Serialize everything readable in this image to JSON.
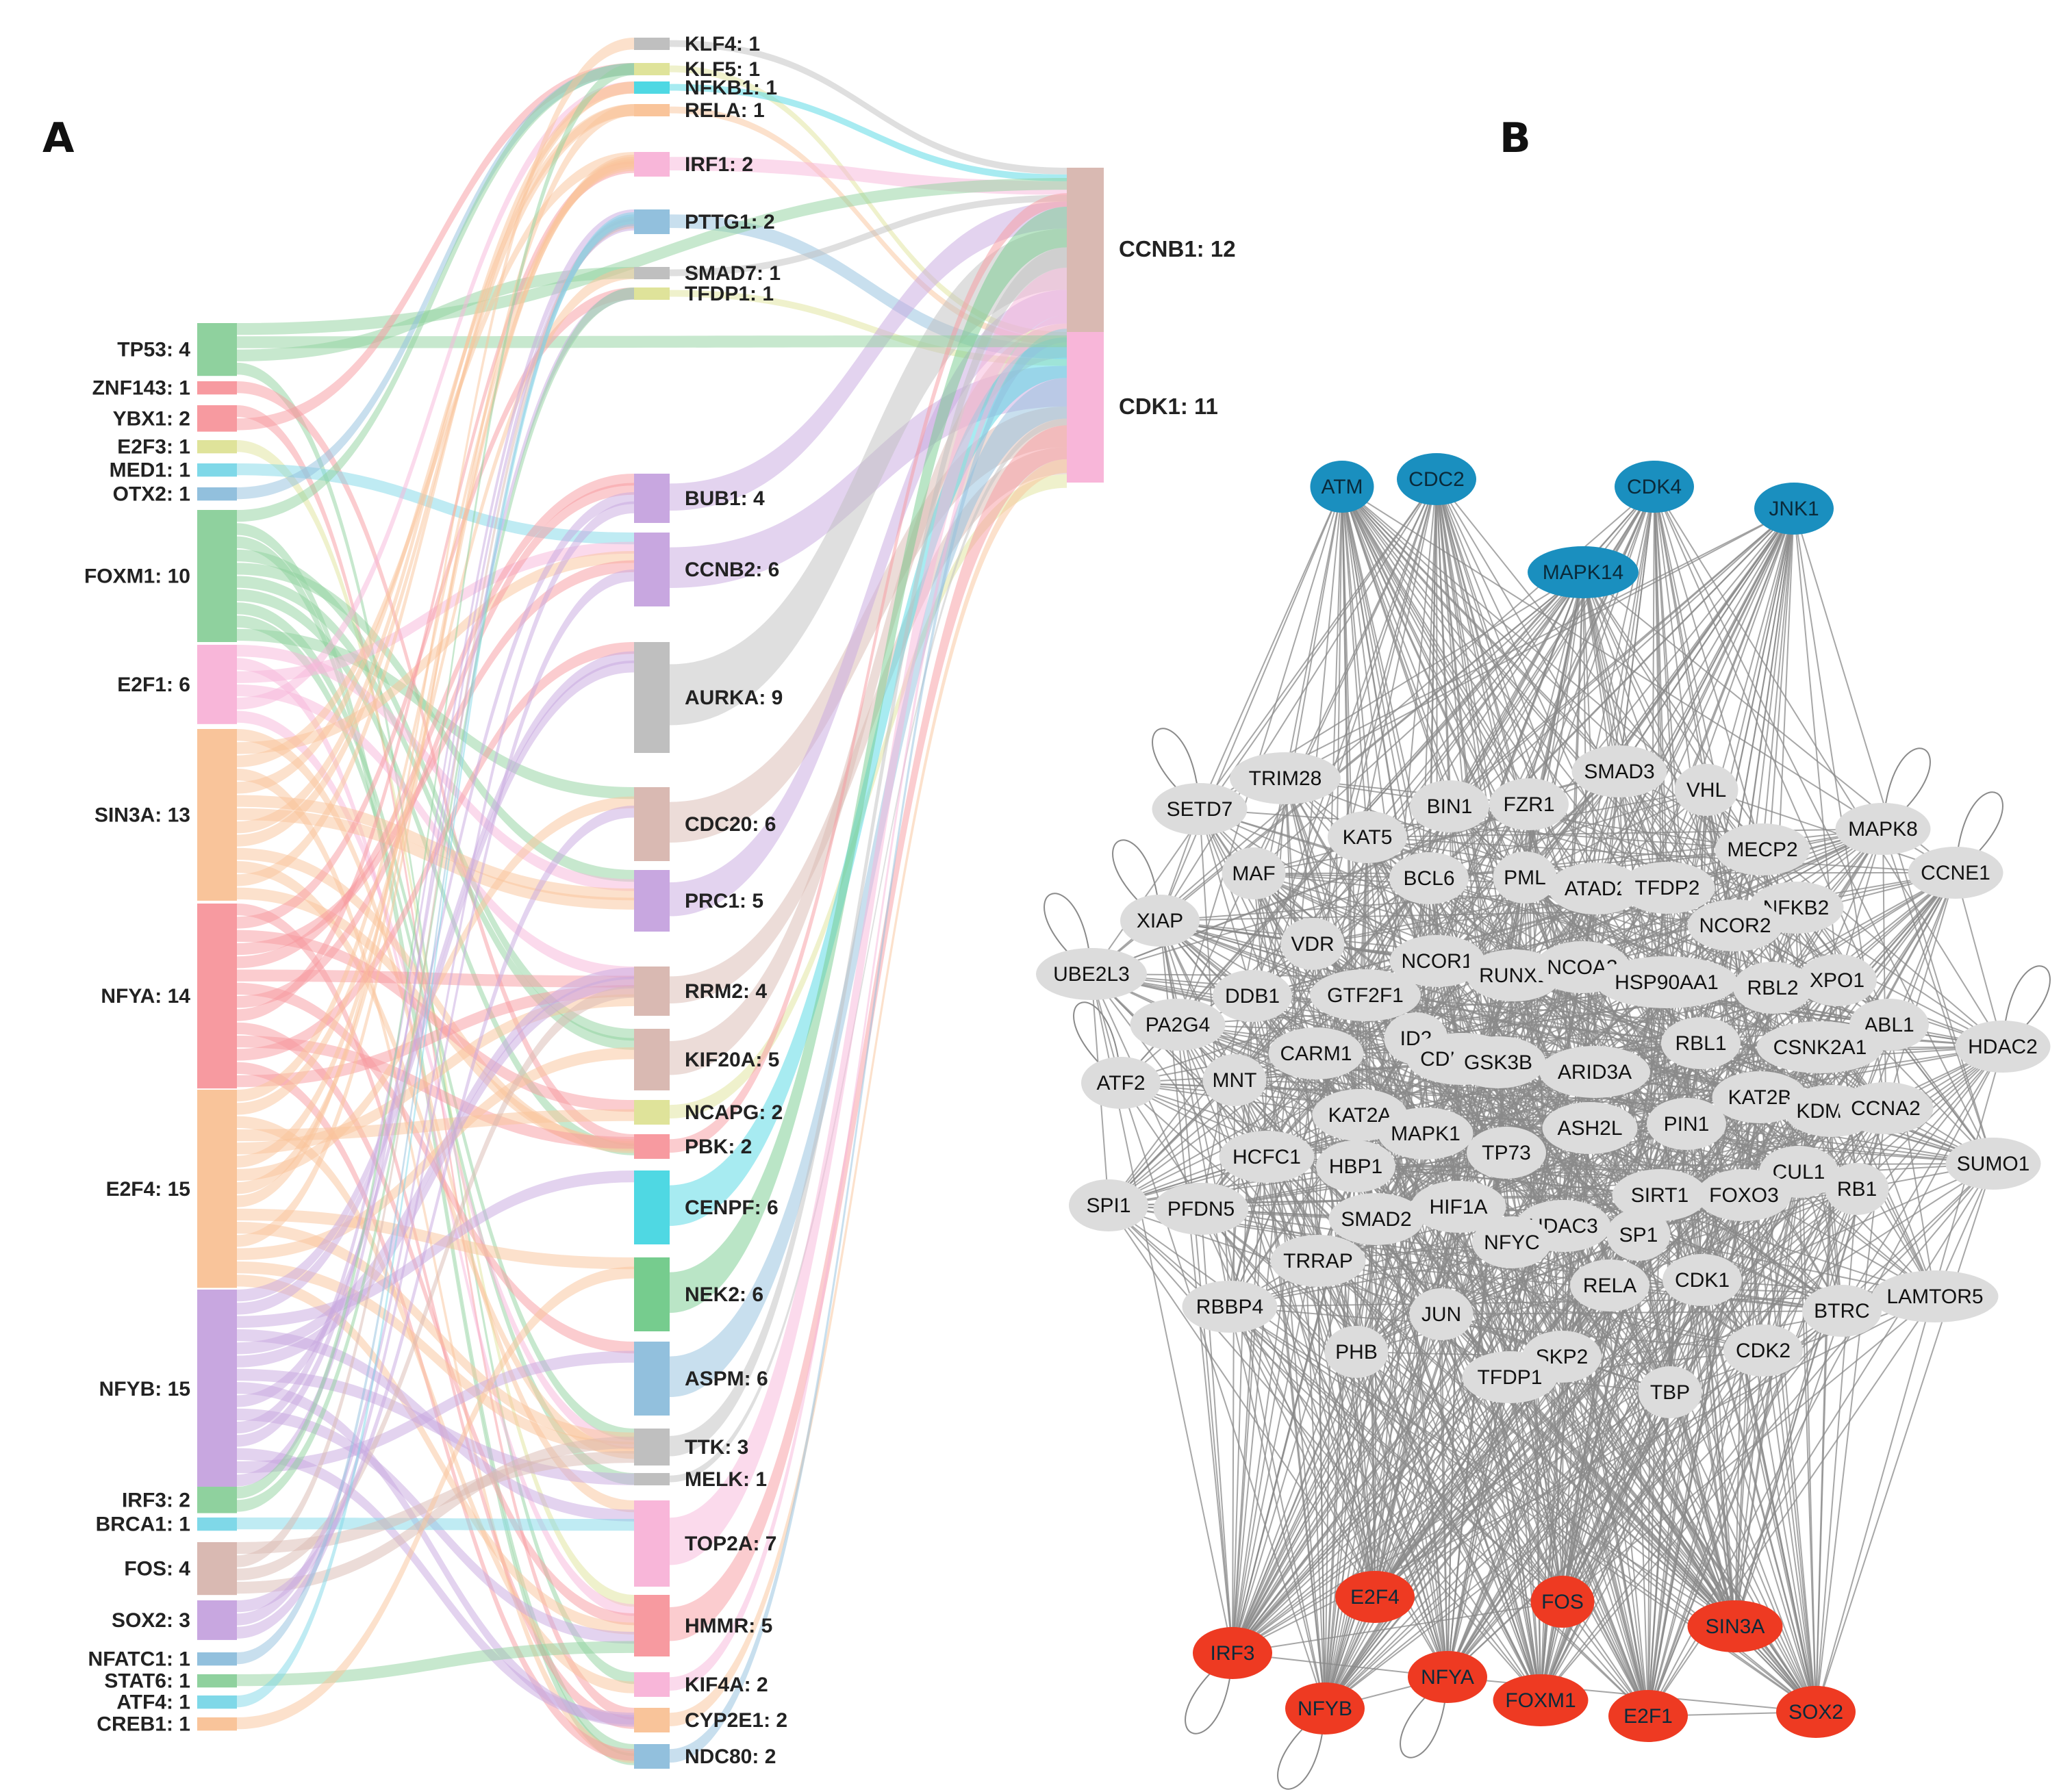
{
  "panels": {
    "a": "A",
    "b": "B"
  },
  "colors": {
    "sankey": [
      "#8fd19e",
      "#f79aa0",
      "#dfe39a",
      "#7fd8e8",
      "#92c0dd",
      "#c8a7e0",
      "#f9c49a",
      "#f8b6d9",
      "#bfbfbf",
      "#d9b9b2",
      "#4fd8e3",
      "#76cc8e"
    ],
    "edge": "#8a8a8a",
    "node_gray": "#dcdcdc",
    "node_blue": "#1a8fbf",
    "node_red": "#ee3a22"
  },
  "sankey": {
    "left": [
      {
        "label": "TP53: 4",
        "color": "#8fd19e"
      },
      {
        "label": "ZNF143: 1",
        "color": "#f79aa0"
      },
      {
        "label": "YBX1: 2",
        "color": "#f79aa0"
      },
      {
        "label": "E2F3: 1",
        "color": "#dfe39a"
      },
      {
        "label": "MED1: 1",
        "color": "#7fd8e8"
      },
      {
        "label": "OTX2: 1",
        "color": "#92c0dd"
      },
      {
        "label": "FOXM1: 10",
        "color": "#8fd19e"
      },
      {
        "label": "E2F1: 6",
        "color": "#f8b6d9"
      },
      {
        "label": "SIN3A: 13",
        "color": "#f9c49a"
      },
      {
        "label": "NFYA: 14",
        "color": "#f79aa0"
      },
      {
        "label": "E2F4: 15",
        "color": "#f9c49a"
      },
      {
        "label": "NFYB: 15",
        "color": "#c8a7e0"
      },
      {
        "label": "IRF3: 2",
        "color": "#8fd19e"
      },
      {
        "label": "BRCA1: 1",
        "color": "#7fd8e8"
      },
      {
        "label": "FOS: 4",
        "color": "#d9b9b2"
      },
      {
        "label": "SOX2: 3",
        "color": "#c8a7e0"
      },
      {
        "label": "NFATC1: 1",
        "color": "#92c0dd"
      },
      {
        "label": "STAT6: 1",
        "color": "#8fd19e"
      },
      {
        "label": "ATF4: 1",
        "color": "#7fd8e8"
      },
      {
        "label": "CREB1: 1",
        "color": "#f9c49a"
      }
    ],
    "middle": [
      {
        "label": "KLF4: 1",
        "color": "#bfbfbf"
      },
      {
        "label": "KLF5: 1",
        "color": "#dfe39a"
      },
      {
        "label": "NFKB1: 1",
        "color": "#4fd8e3"
      },
      {
        "label": "RELA: 1",
        "color": "#f9c49a"
      },
      {
        "label": "IRF1: 2",
        "color": "#f8b6d9"
      },
      {
        "label": "PTTG1: 2",
        "color": "#92c0dd"
      },
      {
        "label": "SMAD7: 1",
        "color": "#bfbfbf"
      },
      {
        "label": "TFDP1: 1",
        "color": "#dfe39a"
      },
      {
        "label": "BUB1: 4",
        "color": "#c8a7e0"
      },
      {
        "label": "CCNB2: 6",
        "color": "#c8a7e0"
      },
      {
        "label": "AURKA: 9",
        "color": "#bfbfbf"
      },
      {
        "label": "CDC20: 6",
        "color": "#d9b9b2"
      },
      {
        "label": "PRC1: 5",
        "color": "#c8a7e0"
      },
      {
        "label": "RRM2: 4",
        "color": "#d9b9b2"
      },
      {
        "label": "KIF20A: 5",
        "color": "#d9b9b2"
      },
      {
        "label": "NCAPG: 2",
        "color": "#dfe39a"
      },
      {
        "label": "PBK: 2",
        "color": "#f79aa0"
      },
      {
        "label": "CENPF: 6",
        "color": "#4fd8e3"
      },
      {
        "label": "NEK2: 6",
        "color": "#76cc8e"
      },
      {
        "label": "ASPM: 6",
        "color": "#92c0dd"
      },
      {
        "label": "TTK: 3",
        "color": "#bfbfbf"
      },
      {
        "label": "MELK: 1",
        "color": "#bfbfbf"
      },
      {
        "label": "TOP2A: 7",
        "color": "#f8b6d9"
      },
      {
        "label": "HMMR: 5",
        "color": "#f79aa0"
      },
      {
        "label": "KIF4A: 2",
        "color": "#f8b6d9"
      },
      {
        "label": "CYP2E1: 2",
        "color": "#f9c49a"
      },
      {
        "label": "NDC80: 2",
        "color": "#92c0dd"
      }
    ],
    "right": [
      {
        "label": "CCNB1: 12",
        "color": "#d9b9b2"
      },
      {
        "label": "CDK1: 11",
        "color": "#f8b6d9"
      }
    ]
  },
  "network": {
    "blue": [
      "ATM",
      "CDC2",
      "CDK4",
      "JNK1",
      "MAPK14"
    ],
    "red": [
      "E2F4",
      "FOS",
      "SIN3A",
      "IRF3",
      "NFYA",
      "NFYB",
      "FOXM1",
      "E2F1",
      "SOX2"
    ],
    "gray": [
      "TRIM28",
      "SMAD3",
      "VHL",
      "SETD7",
      "BIN1",
      "FZR1",
      "MAPK8",
      "KAT5",
      "MECP2",
      "CCNE1",
      "MAF",
      "BCL6",
      "PML",
      "ATAD2",
      "TFDP2",
      "NFKB2",
      "XIAP",
      "NCOR2",
      "VDR",
      "NCOR1",
      "RUNX1",
      "NCOA3",
      "HSP90AA1",
      "RBL2",
      "XPO1",
      "UBE2L3",
      "DDB1",
      "GTF2F1",
      "ABL1",
      "HDAC2",
      "PA2G4",
      "ID2",
      "CSNK2A1",
      "RBL1",
      "CARM1",
      "CDKN2A",
      "GSK3B",
      "ARID3A",
      "ATF2",
      "MNT",
      "KAT2B",
      "KDM2B",
      "CCNA2",
      "KAT2A",
      "PIN1",
      "MAPK1",
      "ASH2L",
      "HCFC1",
      "TP73",
      "SUMO1",
      "HBP1",
      "CUL1",
      "FOXO3",
      "RB1",
      "SIRT1",
      "SPI1",
      "PFDN5",
      "HIF1A",
      "SMAD2",
      "HDAC3",
      "SP1",
      "NFYC",
      "TRRAP",
      "RELA",
      "CDK1",
      "RBBP4",
      "LAMTOR5",
      "BTRC",
      "JUN",
      "PHB",
      "CDK2",
      "SKP2",
      "TFDP1",
      "TBP"
    ]
  }
}
